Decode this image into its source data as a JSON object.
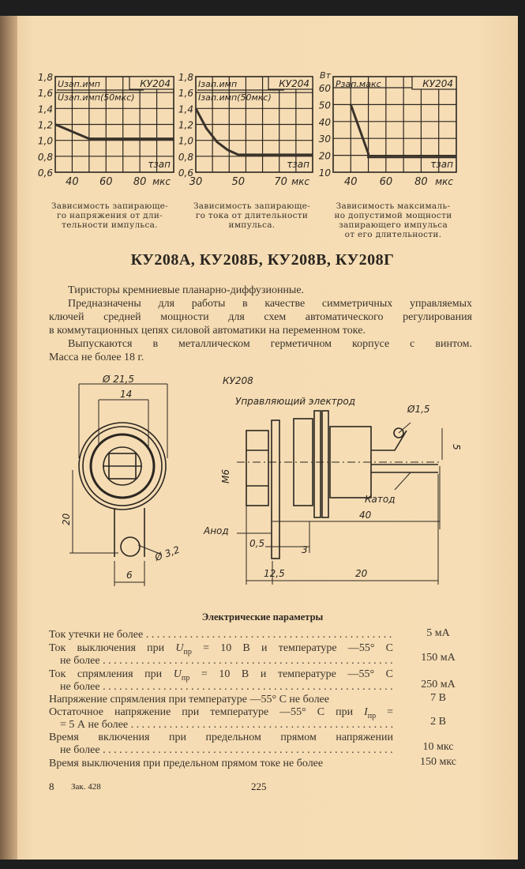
{
  "chart_data": [
    {
      "type": "line",
      "label_top": "Uзап.имп",
      "label_bottom": "Uзап.имп(50мкс)",
      "device": "КУ204",
      "x_axis_label": "τзап",
      "x_unit": "мкс",
      "xlim": [
        30,
        100
      ],
      "ylim": [
        0.6,
        1.8
      ],
      "y_ticks": [
        "1,8",
        "1,6",
        "1,4",
        "1,2",
        "1,0",
        "0,8",
        "0,6"
      ],
      "x_ticks": [
        "40",
        "60",
        "80"
      ],
      "x_tick_values": [
        40,
        60,
        80
      ],
      "series": [
        {
          "x": [
            30,
            50,
            100
          ],
          "y": [
            1.2,
            1.02,
            1.02
          ]
        }
      ],
      "caption": [
        "Зависимость запирающе-",
        "го напряжения от дли-",
        "тельности импульса."
      ]
    },
    {
      "type": "line",
      "label_top": "Iзап.имп",
      "label_bottom": "Iзап.имп(50мкс)",
      "device": "КУ204",
      "x_axis_label": "τзап",
      "x_unit": "мкс",
      "xlim": [
        30,
        85
      ],
      "ylim": [
        0.6,
        1.8
      ],
      "y_ticks": [
        "1,8",
        "1,6",
        "1,4",
        "1,2",
        "1,0",
        "0,8",
        "0,6"
      ],
      "x_ticks": [
        "30",
        "50",
        "70"
      ],
      "x_tick_values": [
        30,
        50,
        70
      ],
      "series": [
        {
          "x": [
            30,
            35,
            40,
            45,
            50,
            85
          ],
          "y": [
            1.4,
            1.15,
            0.98,
            0.88,
            0.82,
            0.82
          ]
        }
      ],
      "caption": [
        "Зависимость запирающе-",
        "го тока от длительности",
        "импульса."
      ]
    },
    {
      "type": "line",
      "label_top": "Pзап.макс",
      "label_bottom": "",
      "device": "КУ204",
      "y_unit": "Вт",
      "x_axis_label": "τзап",
      "x_unit": "мкс",
      "xlim": [
        30,
        100
      ],
      "ylim": [
        10,
        60
      ],
      "y_ticks": [
        "60",
        "50",
        "40",
        "30",
        "20",
        "10"
      ],
      "x_ticks": [
        "40",
        "60",
        "80"
      ],
      "x_tick_values": [
        40,
        60,
        80
      ],
      "series": [
        {
          "x": [
            40,
            50,
            50,
            100
          ],
          "y": [
            50,
            21,
            19,
            19
          ]
        }
      ],
      "caption": [
        "Зависимость максималь-",
        "но допустимой мощности",
        "запирающего импульса",
        "от его длительности."
      ]
    }
  ],
  "title": "КУ208А, КУ208Б, КУ208В, КУ208Г",
  "paragraph": [
    "Тиристоры кремниевые планарно-диффузионные.",
    "Предназначены для работы в качестве симметричных управляемых",
    "ключей средней мощности для схем автоматического регулирования",
    "в коммутационных цепях силовой автоматики на переменном токе.",
    "Выпускаются в металлическом герметичном корпусе с винтом.",
    "Масса не более 18 г."
  ],
  "drawing": {
    "model": "КУ208",
    "control_electrode": "Управляющий электрод",
    "cathode": "Катод",
    "anode": "Анод",
    "thread": "М6",
    "dims": {
      "outer_diameter": "Ø 21,5",
      "width_14": "14",
      "height_20": "20",
      "hole": "Ø 3,2",
      "tab_width": "6",
      "lead_diameter": "Ø1,5",
      "lead_offset": "5",
      "length_40": "40",
      "plate": "0,5",
      "gap_3": "3",
      "len_12_5": "12,5",
      "len_20": "20"
    }
  },
  "params": {
    "title": "Электрические параметры",
    "rows": [
      {
        "lines": [
          "Ток утечки не более"
        ],
        "value": "5 мА"
      },
      {
        "l1a": "Ток выключения при ",
        "sym": "U",
        "sub": "пр",
        "l1b": " = 10 В и температуре —55° С",
        "l2": "не более",
        "value": "150 мА"
      },
      {
        "l1a": "Ток спрямления при ",
        "sym": "U",
        "sub": "пр",
        "l1b": " = 10 В и температуре —55° С",
        "l2": "не более",
        "value": "250 мА"
      },
      {
        "lines": [
          "Напряжение спрямления при температуре —55° С не более"
        ],
        "value": "7 В"
      },
      {
        "l1a": "Остаточное напряжение при температуре —55° С при ",
        "sym": "I",
        "sub": "пр",
        "l1b": " =",
        "l2": "= 5 А не более",
        "value": "2 В"
      },
      {
        "lines": [
          "Время включения при предельном прямом напряжении",
          "не более"
        ],
        "value": "10 мкс"
      },
      {
        "lines": [
          "Время выключения при предельном прямом токе не более"
        ],
        "value": "150 мкс"
      }
    ]
  },
  "footer": {
    "signature": "8",
    "order": "Зак. 428",
    "page_number": "225"
  },
  "colors": {
    "paper": "#f6ddb5",
    "ink": "#2b2620"
  }
}
